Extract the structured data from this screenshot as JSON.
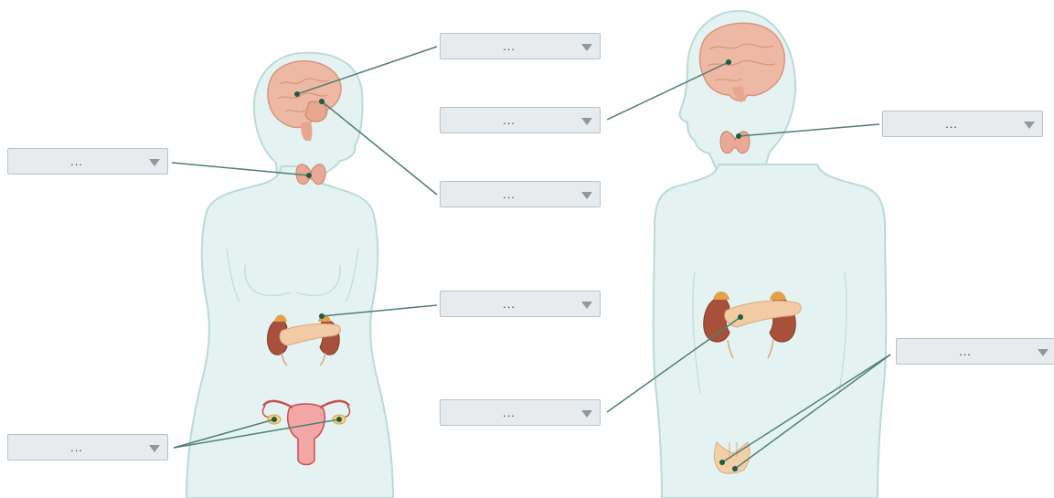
{
  "dropdowns": [
    {
      "id": "f-brain",
      "value": "..."
    },
    {
      "id": "f-thyroid",
      "value": "..."
    },
    {
      "id": "f-pituitary",
      "value": "..."
    },
    {
      "id": "f-adrenal",
      "value": "..."
    },
    {
      "id": "f-ovary",
      "value": "..."
    },
    {
      "id": "m-brain",
      "value": "..."
    },
    {
      "id": "m-thyroid",
      "value": "..."
    },
    {
      "id": "m-pancreas",
      "value": "..."
    },
    {
      "id": "m-testes",
      "value": "..."
    }
  ],
  "colors": {
    "body_fill": "#e4f3f2",
    "body_outline": "#bcd9d8",
    "leader_line": "#4f7f74",
    "marker_dot": "#1f5c42",
    "brain": "#edb8a4",
    "thyroid": "#e9a996",
    "kidney": "#a8503a",
    "adrenal": "#e5a14a",
    "pancreas": "#f2caa4",
    "uterus": "#f2a6a6",
    "uterus_outline": "#c94f4f",
    "testes": "#f3cfa8",
    "dropdown_bg": "#e8ebee",
    "dropdown_border": "#b9c1c8",
    "caret": "#8f98a1"
  }
}
